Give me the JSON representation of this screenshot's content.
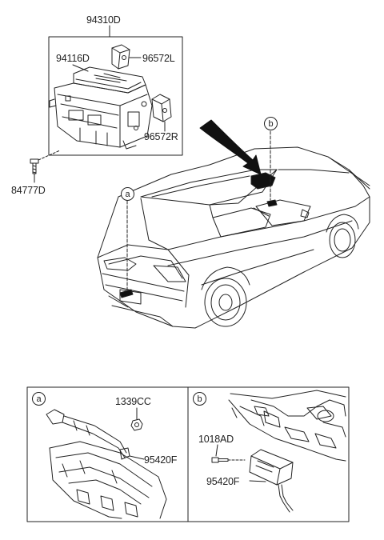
{
  "main": {
    "labels": {
      "assembly": "94310D",
      "cover": "94116D",
      "bracket_left": "96572L",
      "bracket_right": "96572R",
      "bolt": "84777D"
    },
    "callouts": {
      "a": "a",
      "b": "b"
    }
  },
  "detail_a": {
    "marker": "a",
    "labels": {
      "nut": "1339CC",
      "cable": "95420F"
    }
  },
  "detail_b": {
    "marker": "b",
    "labels": {
      "bolt": "1018AD",
      "cable": "95420F"
    }
  }
}
